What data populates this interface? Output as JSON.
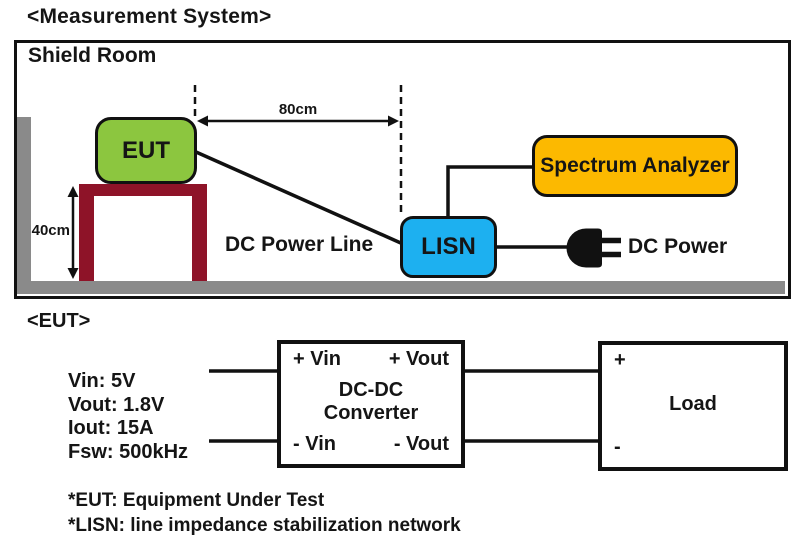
{
  "measurement": {
    "title": "<Measurement System>",
    "room_label": "Shield Room",
    "eut_label": "EUT",
    "lisn_label": "LISN",
    "spectrum_label": "Spectrum Analyzer",
    "dc_power_label": "DC Power",
    "dc_power_line_label": "DC Power Line",
    "dim_horizontal": "80cm",
    "dim_vertical": "40cm"
  },
  "eut_section": {
    "title": "<EUT>",
    "specs": [
      "Vin: 5V",
      "Vout: 1.8V",
      "Iout: 15A",
      "Fsw: 500kHz"
    ],
    "converter": {
      "name_line1": "DC-DC",
      "name_line2": "Converter",
      "pin_top_left": "+ Vin",
      "pin_top_right": "+ Vout",
      "pin_bottom_left": "- Vin",
      "pin_bottom_right": "- Vout"
    },
    "load": {
      "label": "Load",
      "plus": "+",
      "minus": "-"
    },
    "notes": [
      "*EUT: Equipment Under Test",
      "*LISN: line impedance stabilization network"
    ]
  },
  "colors": {
    "eut_fill": "#8cc63f",
    "lisn_fill": "#1db0f0",
    "spectrum_fill": "#fcb900",
    "table_fill": "#8e1328",
    "ground_gray": "#8a8a8a",
    "line_black": "#111111"
  }
}
